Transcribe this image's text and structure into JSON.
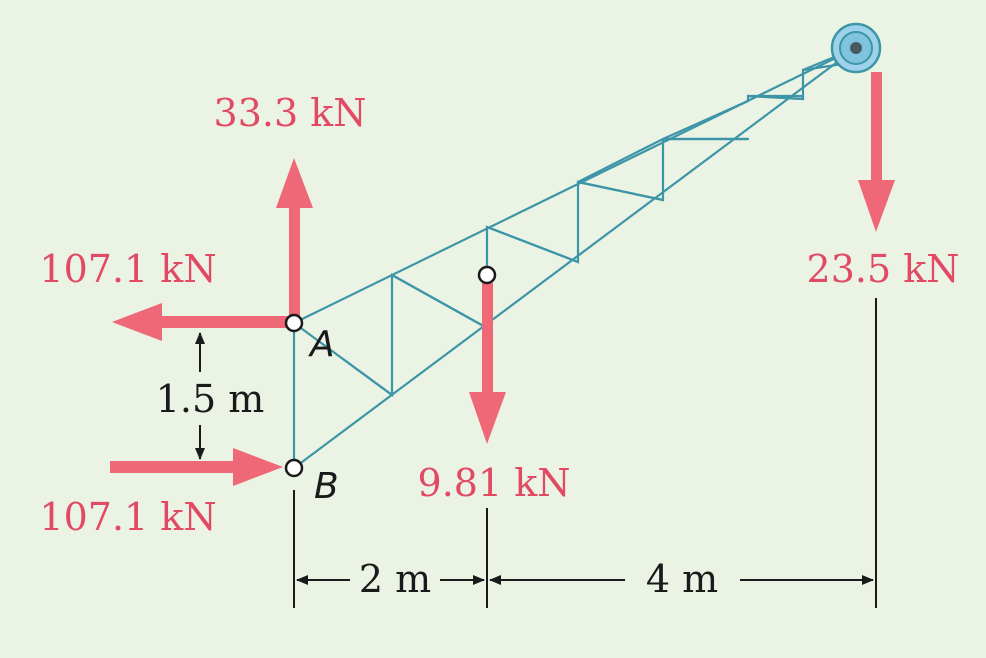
{
  "colors": {
    "background": "#ebf3e5",
    "force": "#ef6877",
    "force_label": "#e24a63",
    "truss": "#3d95a8",
    "dimension": "#1a1a1a",
    "pulley": "#7fc3df"
  },
  "forces": {
    "a_vertical": {
      "value": 33.3,
      "unit": "kN",
      "label": "33.3 kN"
    },
    "a_horizontal": {
      "value": 107.1,
      "unit": "kN",
      "label": "107.1 kN"
    },
    "b_horizontal": {
      "value": 107.1,
      "unit": "kN",
      "label": "107.1 kN"
    },
    "boom_weight": {
      "value": 9.81,
      "unit": "kN",
      "label": "9.81 kN"
    },
    "tip_load": {
      "value": 23.5,
      "unit": "kN",
      "label": "23.5 kN"
    }
  },
  "points": {
    "a": "A",
    "b": "B"
  },
  "dimensions": {
    "vertical": "1.5 m",
    "horizontal_left": "2 m",
    "horizontal_right": "4 m"
  }
}
